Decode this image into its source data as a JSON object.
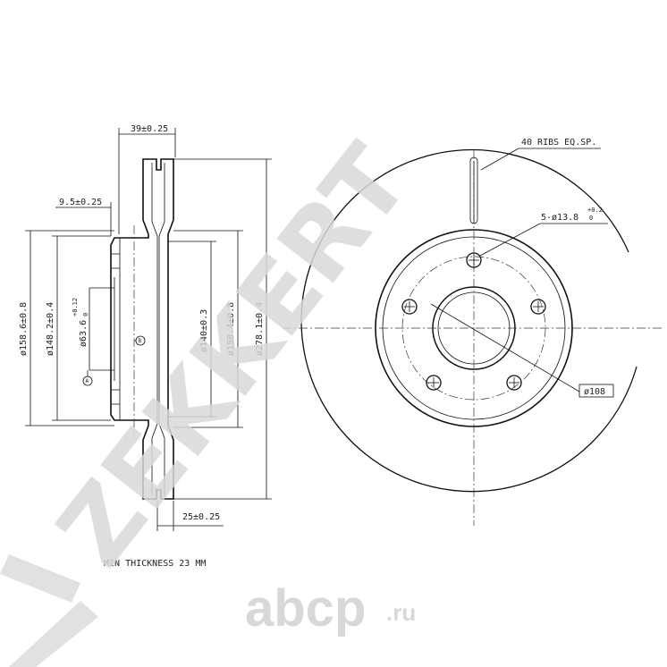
{
  "side_view": {
    "width_total": "39±0.25",
    "flange_offset": "9.5±0.25",
    "hat_thickness": "25±0.25",
    "min_thickness_note": "MIN THICKNESS 23 MM",
    "dia_158_6": "ø158.6±0.8",
    "dia_148_2": "ø148.2±0.4",
    "dia_63_6": "ø63.6",
    "dia_63_6_tol_upper": "+0.12",
    "dia_63_6_tol_lower": "0",
    "dia_140": "ø140±0.3",
    "dia_158_4": "ø158.4±0.8",
    "dia_278": "ø278.1±0.4",
    "datum_a": "A",
    "datum_b": "B"
  },
  "front_view": {
    "ribs_note": "40 RIBS EQ.SP.",
    "bolt_holes": "5-ø13.8",
    "bolt_tol_upper": "+0.2",
    "bolt_tol_lower": "0",
    "pcd": "ø108"
  },
  "watermark": {
    "brand": "ZEKKERT",
    "site": "abcp",
    "site_tld": ".ru"
  }
}
